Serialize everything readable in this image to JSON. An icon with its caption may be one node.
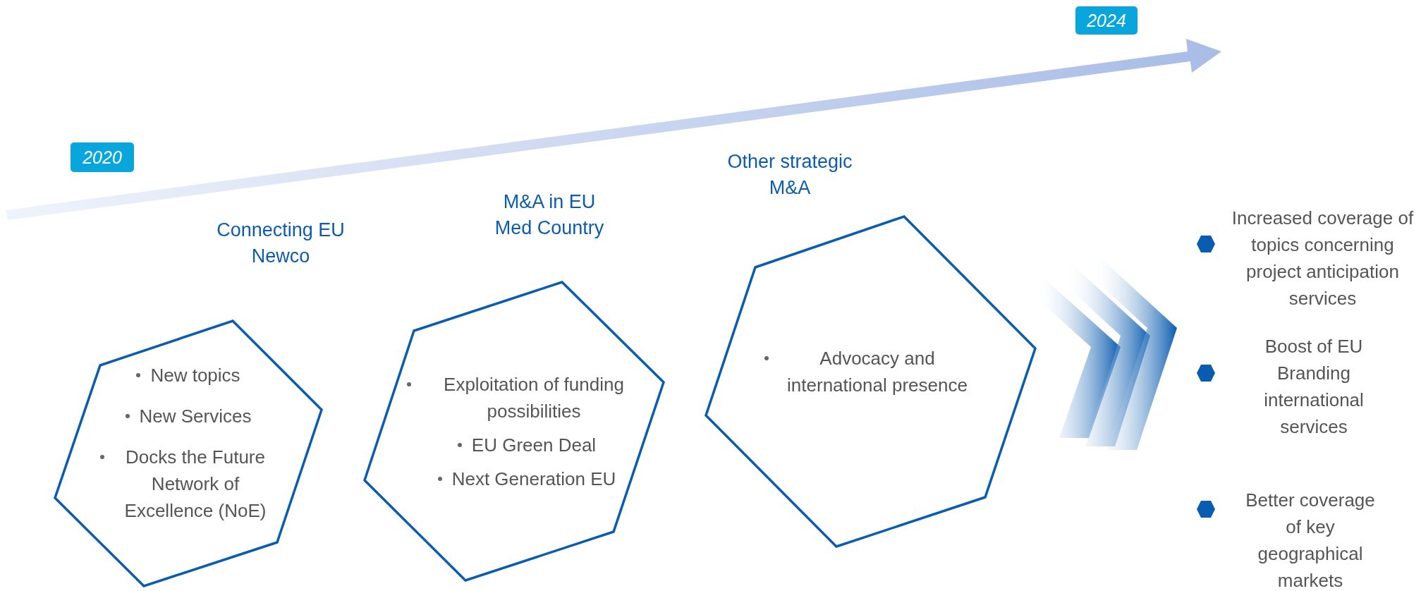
{
  "diagram": {
    "nodes": [
      {
        "text": [
          "2020"
        ]
      },
      {
        "text": [
          "2024"
        ]
      },
      {
        "text": [
          "New topics",
          "New Services",
          "Docks the Future Network of Excellence (NoE)"
        ]
      },
      {
        "text": [
          "Exploitation of funding possibilities",
          "EU Green Deal",
          "Next Generation EU"
        ]
      },
      {
        "text": [
          "Advocacy and international presence"
        ]
      }
    ],
    "labels": [
      "Connecting EU Newco",
      "M&A in EU Med Country",
      "Other strategic M&A",
      "Increased coverage of topics concerning project anticipation services",
      "Boost of EU Branding international services",
      "Better coverage of key geographical markets"
    ]
  }
}
